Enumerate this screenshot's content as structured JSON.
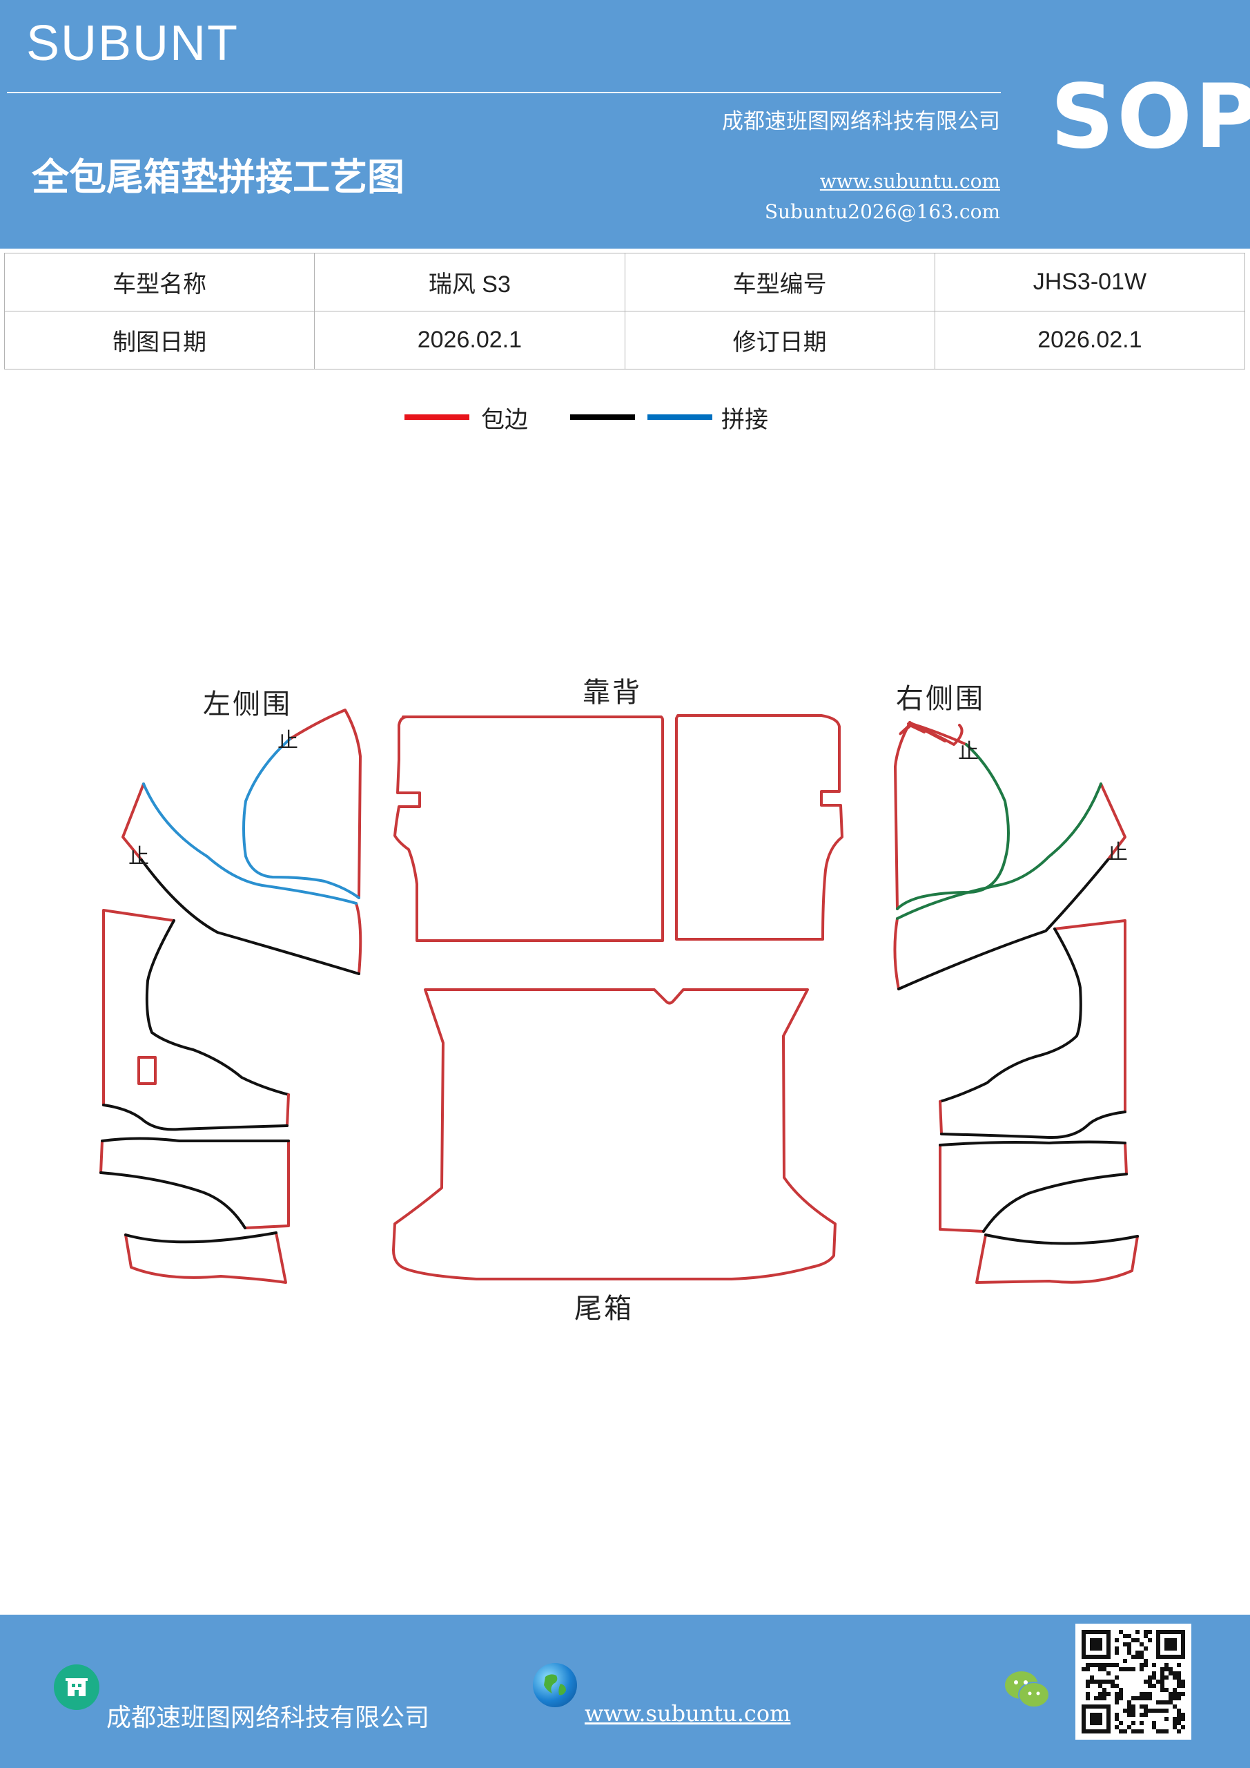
{
  "header": {
    "brand": "SUBUNT",
    "company": "成都速班图网络科技有限公司",
    "title": "全包尾箱垫拼接工艺图",
    "website": "www.subuntu.com",
    "email": "Subuntu2026@163.com",
    "badge": "SOP"
  },
  "info_table": {
    "rows": [
      [
        "车型名称",
        "瑞风 S3",
        "车型编号",
        "JHS3-01W"
      ],
      [
        "制图日期",
        "2026.02.1",
        "修订日期",
        "2026.02.1"
      ]
    ]
  },
  "legend": {
    "items": [
      {
        "label": "包边",
        "color": "#e8141b"
      },
      {
        "label": "",
        "color": "#000000"
      },
      {
        "label": "拼接",
        "color": "#0070c0"
      }
    ]
  },
  "diagram": {
    "labels": {
      "left_side": "左侧围",
      "backrest": "靠背",
      "right_side": "右侧围",
      "trunk": "尾箱"
    },
    "stop_mark": "止",
    "colors": {
      "edge": "#c8383a",
      "seam_left": "#2a90d0",
      "seam_right": "#1f7a45",
      "cut": "#111111"
    }
  },
  "footer": {
    "company": "成都速班图网络科技有限公司",
    "website": "www.subuntu.com"
  },
  "icons": {
    "company": "building-icon",
    "web": "globe-icon",
    "wechat": "wechat-icon",
    "qr": "qr-code-icon"
  }
}
